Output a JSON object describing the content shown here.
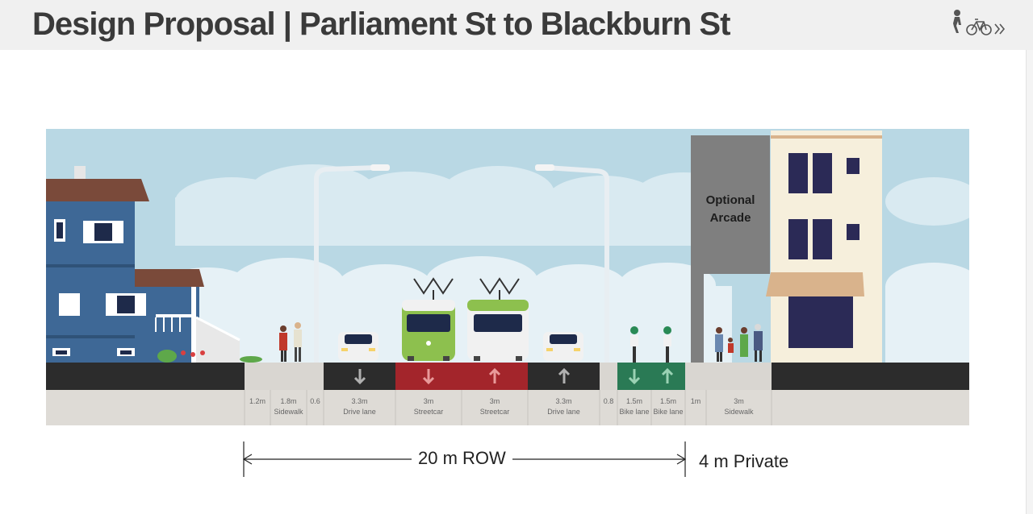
{
  "header": {
    "title": "Design Proposal | Parliament St to Blackburn St",
    "icons": [
      "pedestrian-icon",
      "bicycle-icon",
      "chevron-right-icon"
    ]
  },
  "diagram": {
    "arcade_label": "Optional\nArcade",
    "segments": [
      {
        "width": "1.2m",
        "name": ""
      },
      {
        "width": "1.8m",
        "name": "Sidewalk"
      },
      {
        "width": "0.6",
        "name": ""
      },
      {
        "width": "3.3m",
        "name": "Drive lane"
      },
      {
        "width": "3m",
        "name": "Streetcar"
      },
      {
        "width": "3m",
        "name": "Streetcar"
      },
      {
        "width": "3.3m",
        "name": "Drive lane"
      },
      {
        "width": "0.8",
        "name": ""
      },
      {
        "width": "1.5m",
        "name": "Bike lane"
      },
      {
        "width": "1.5m",
        "name": "Bike lane"
      },
      {
        "width": "1m",
        "name": ""
      },
      {
        "width": "3m",
        "name": "Sidewalk"
      }
    ],
    "row_label": "20 m ROW",
    "private_label": "4 m Private",
    "colors": {
      "sky": "#b9d8e4",
      "drive_lane": "#2c2c2c",
      "streetcar_lane": "#a3252b",
      "bike_lane": "#2a7a55",
      "curb": "#d9d6d1",
      "house": "#3e6896",
      "streetcar": "#8dc04e"
    }
  }
}
